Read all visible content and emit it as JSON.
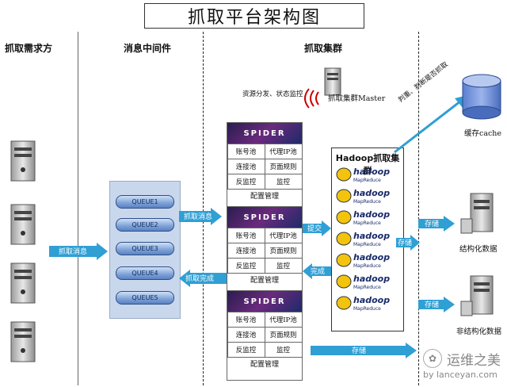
{
  "title": "抓取平台架构图",
  "sections": {
    "requester": "抓取需求方",
    "middleware": "消息中间件",
    "cluster": "抓取集群"
  },
  "queues": [
    "QUEUE1",
    "QUEUE2",
    "QUEUE3",
    "QUEUE4",
    "QUEUE5"
  ],
  "spider": {
    "logo": "SPIDER",
    "cells": [
      "账号池",
      "代理IP池",
      "连接池",
      "页面规则",
      "反监控",
      "监控"
    ],
    "config": "配置管理"
  },
  "master": {
    "label": "抓取集群Master",
    "note": "资源分发、状态监控"
  },
  "hadoop": {
    "title": "Hadoop抓取集群",
    "logo_text": "hadoop",
    "logo_sub": "MapReduce"
  },
  "arrows": {
    "fetch_msg": "抓取消息",
    "fetch_msg2": "抓取消息",
    "fetch_done": "抓取完成",
    "submit": "提交",
    "complete": "完成",
    "store1": "存储",
    "store2": "存储",
    "store3": "存储",
    "store4": "存储"
  },
  "cache": {
    "label": "缓存cache",
    "check": "判重、判断是否抓取"
  },
  "storage": {
    "structured": "结构化数据",
    "unstructured": "非结构化数据"
  },
  "watermark": {
    "name": "运维之美",
    "url": "by lanceyan.com"
  },
  "colors": {
    "arrow": "#2f9fd4",
    "queue_panel": "#c9d7ec"
  }
}
